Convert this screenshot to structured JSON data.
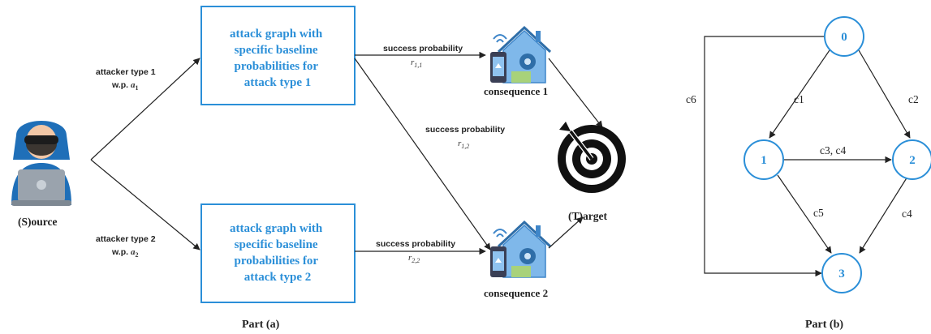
{
  "colors": {
    "accent_blue": "#2b8fd8",
    "line": "#222222",
    "hood_blue": "#1f6fb8",
    "target_black": "#111111"
  },
  "part_a": {
    "caption": "Part (a)",
    "source_label": "(S)ource",
    "target_label": "(T)arget",
    "attacker1": {
      "line1": "attacker type 1",
      "prefix": "w.p. ",
      "var": "a",
      "sub": "1"
    },
    "attacker2": {
      "line1": "attacker type 2",
      "prefix": "w.p. ",
      "var": "a",
      "sub": "2"
    },
    "box1": {
      "lines": [
        "attack graph with",
        "specific baseline",
        "probabilities for",
        "attack type 1"
      ]
    },
    "box2": {
      "lines": [
        "attack graph with",
        "specific baseline",
        "probabilities for",
        "attack type 2"
      ]
    },
    "edge11": {
      "label": "success probability",
      "var": "r",
      "sub": "1,1"
    },
    "edge12": {
      "label": "success probability",
      "var": "r",
      "sub": "1,2"
    },
    "edge22": {
      "label": "success probability",
      "var": "r",
      "sub": "2,2"
    },
    "consequence1": "consequence 1",
    "consequence2": "consequence 2",
    "icons": {
      "hacker": "hacker-icon",
      "smart_home": "smart-home-icon",
      "target": "target-icon"
    }
  },
  "part_b": {
    "caption": "Part (b)",
    "nodes": [
      "0",
      "1",
      "2",
      "3"
    ],
    "edges": {
      "e01": "c1",
      "e02": "c2",
      "e12": "c3, c4",
      "e13": "c5",
      "e23": "c4",
      "e03": "c6"
    }
  }
}
